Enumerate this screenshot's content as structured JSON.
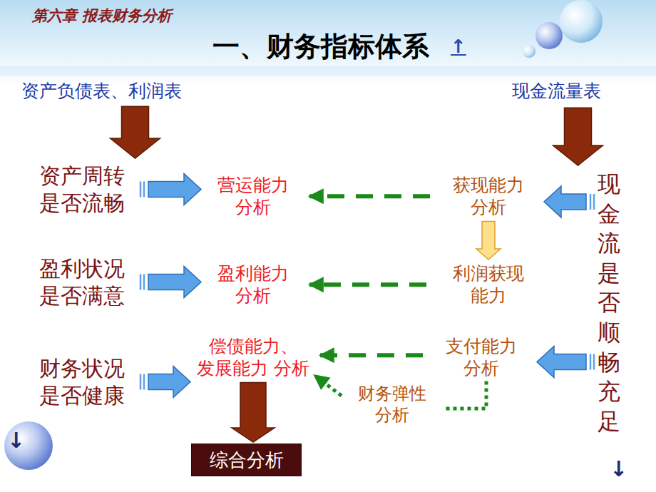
{
  "diagram": {
    "title": "一、财务指标体系",
    "nodes": [
      {
        "text": [
          "资产负债表、利润表"
        ]
      },
      {
        "text": [
          "现金流量表"
        ]
      },
      {
        "text": [
          "资产周转 是否流畅"
        ]
      },
      {
        "text": [
          "营运能力 分析"
        ]
      },
      {
        "text": [
          "获现能力 分析"
        ]
      },
      {
        "text": [
          "现 金 流 是 否 顺 畅 充 足"
        ]
      },
      {
        "text": [
          "盈利状况 是否满意"
        ]
      },
      {
        "text": [
          "盈利能力 分析"
        ]
      },
      {
        "text": [
          "利润获现 能力"
        ]
      },
      {
        "text": [
          "财务状况 是否健康"
        ]
      },
      {
        "text": [
          "偿债能力、 发展能力 分析"
        ]
      },
      {
        "text": [
          "支付能力 分析"
        ]
      },
      {
        "text": [
          "财务弹性 分析"
        ]
      },
      {
        "text": [
          "综合分析"
        ]
      }
    ],
    "edges": [
      {
        "from": 0,
        "to": 2,
        "arrow": "to"
      },
      {
        "from": 1,
        "to": 5,
        "arrow": "to"
      },
      {
        "from": 2,
        "to": 3,
        "arrow": "to"
      },
      {
        "from": 4,
        "to": 3,
        "arrow": "to"
      },
      {
        "from": 5,
        "to": 4,
        "arrow": "to"
      },
      {
        "from": 4,
        "to": 8,
        "arrow": "to"
      },
      {
        "from": 6,
        "to": 7,
        "arrow": "to"
      },
      {
        "from": 8,
        "to": 7,
        "arrow": "to"
      },
      {
        "from": 9,
        "to": 10,
        "arrow": "to"
      },
      {
        "from": 11,
        "to": 10,
        "arrow": "to"
      },
      {
        "from": 5,
        "to": 11,
        "arrow": "to"
      },
      {
        "from": 11,
        "to": 12,
        "arrow": "none"
      },
      {
        "from": 12,
        "to": 10,
        "arrow": "to"
      },
      {
        "from": 10,
        "to": 13,
        "arrow": "to"
      }
    ],
    "labels": [
      "第六章  报表财务分析",
      "↑",
      "↓",
      "↓"
    ]
  }
}
